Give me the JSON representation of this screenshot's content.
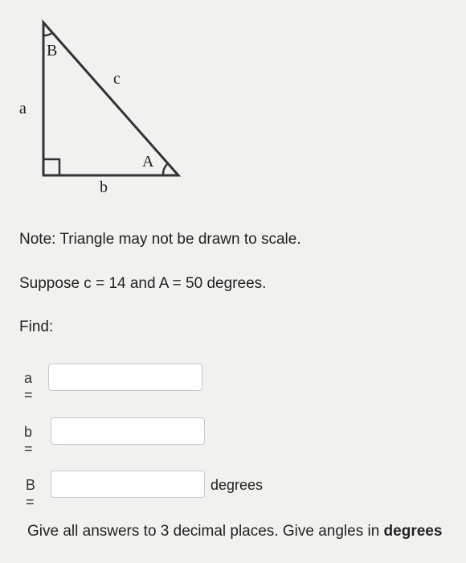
{
  "triangle": {
    "vertex_B": "B",
    "vertex_A": "A",
    "side_a": "a",
    "side_b": "b",
    "side_c": "c"
  },
  "note": "Note: Triangle may not be drawn to scale.",
  "given": "Suppose c = 14 and A = 50 degrees.",
  "find_label": "Find:",
  "fields": {
    "a": {
      "label": "a =",
      "value": ""
    },
    "b": {
      "label": "b =",
      "value": ""
    },
    "B": {
      "label": "B =",
      "value": "",
      "unit": "degrees"
    }
  },
  "footer": {
    "text": "Give all answers to 3 decimal places. Give angles in ",
    "emphasis": "degrees"
  }
}
